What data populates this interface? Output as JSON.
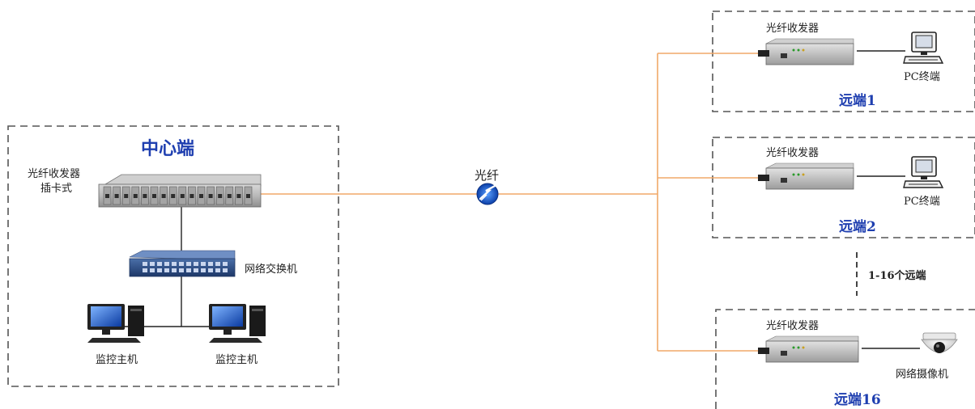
{
  "center": {
    "title": "中心端",
    "converter_label_line1": "光纤收发器",
    "converter_label_line2": "插卡式",
    "switch_label": "网络交换机",
    "host_labels": [
      "监控主机",
      "监控主机"
    ]
  },
  "fiber_label": "光纤",
  "remotes": [
    {
      "converter_label": "光纤收发器",
      "device_label": "PC终端",
      "title": "远端1"
    },
    {
      "converter_label": "光纤收发器",
      "device_label": "PC终端",
      "title": "远端2"
    },
    {
      "converter_label": "光纤收发器",
      "device_label": "网络摄像机",
      "title": "远端16"
    }
  ],
  "remote_count_note": "1-16个远端",
  "colors": {
    "fiber_line": "#f0a868",
    "title_blue": "#1f3fb0",
    "dash_border": "#555555",
    "fiber_icon": "#1e5fd0"
  }
}
